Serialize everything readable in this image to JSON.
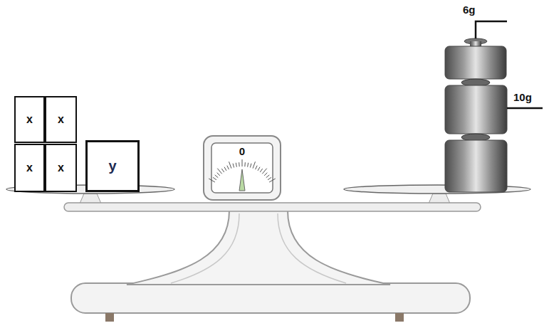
{
  "diagram": {
    "nodes": [
      {
        "text": [
          "x"
        ]
      },
      {
        "text": [
          "x"
        ]
      },
      {
        "text": [
          "x"
        ]
      },
      {
        "text": [
          "x"
        ]
      },
      {
        "text": [
          "y"
        ]
      },
      {
        "text": [
          "0"
        ]
      }
    ],
    "labels": [
      "6g",
      "10g"
    ]
  }
}
